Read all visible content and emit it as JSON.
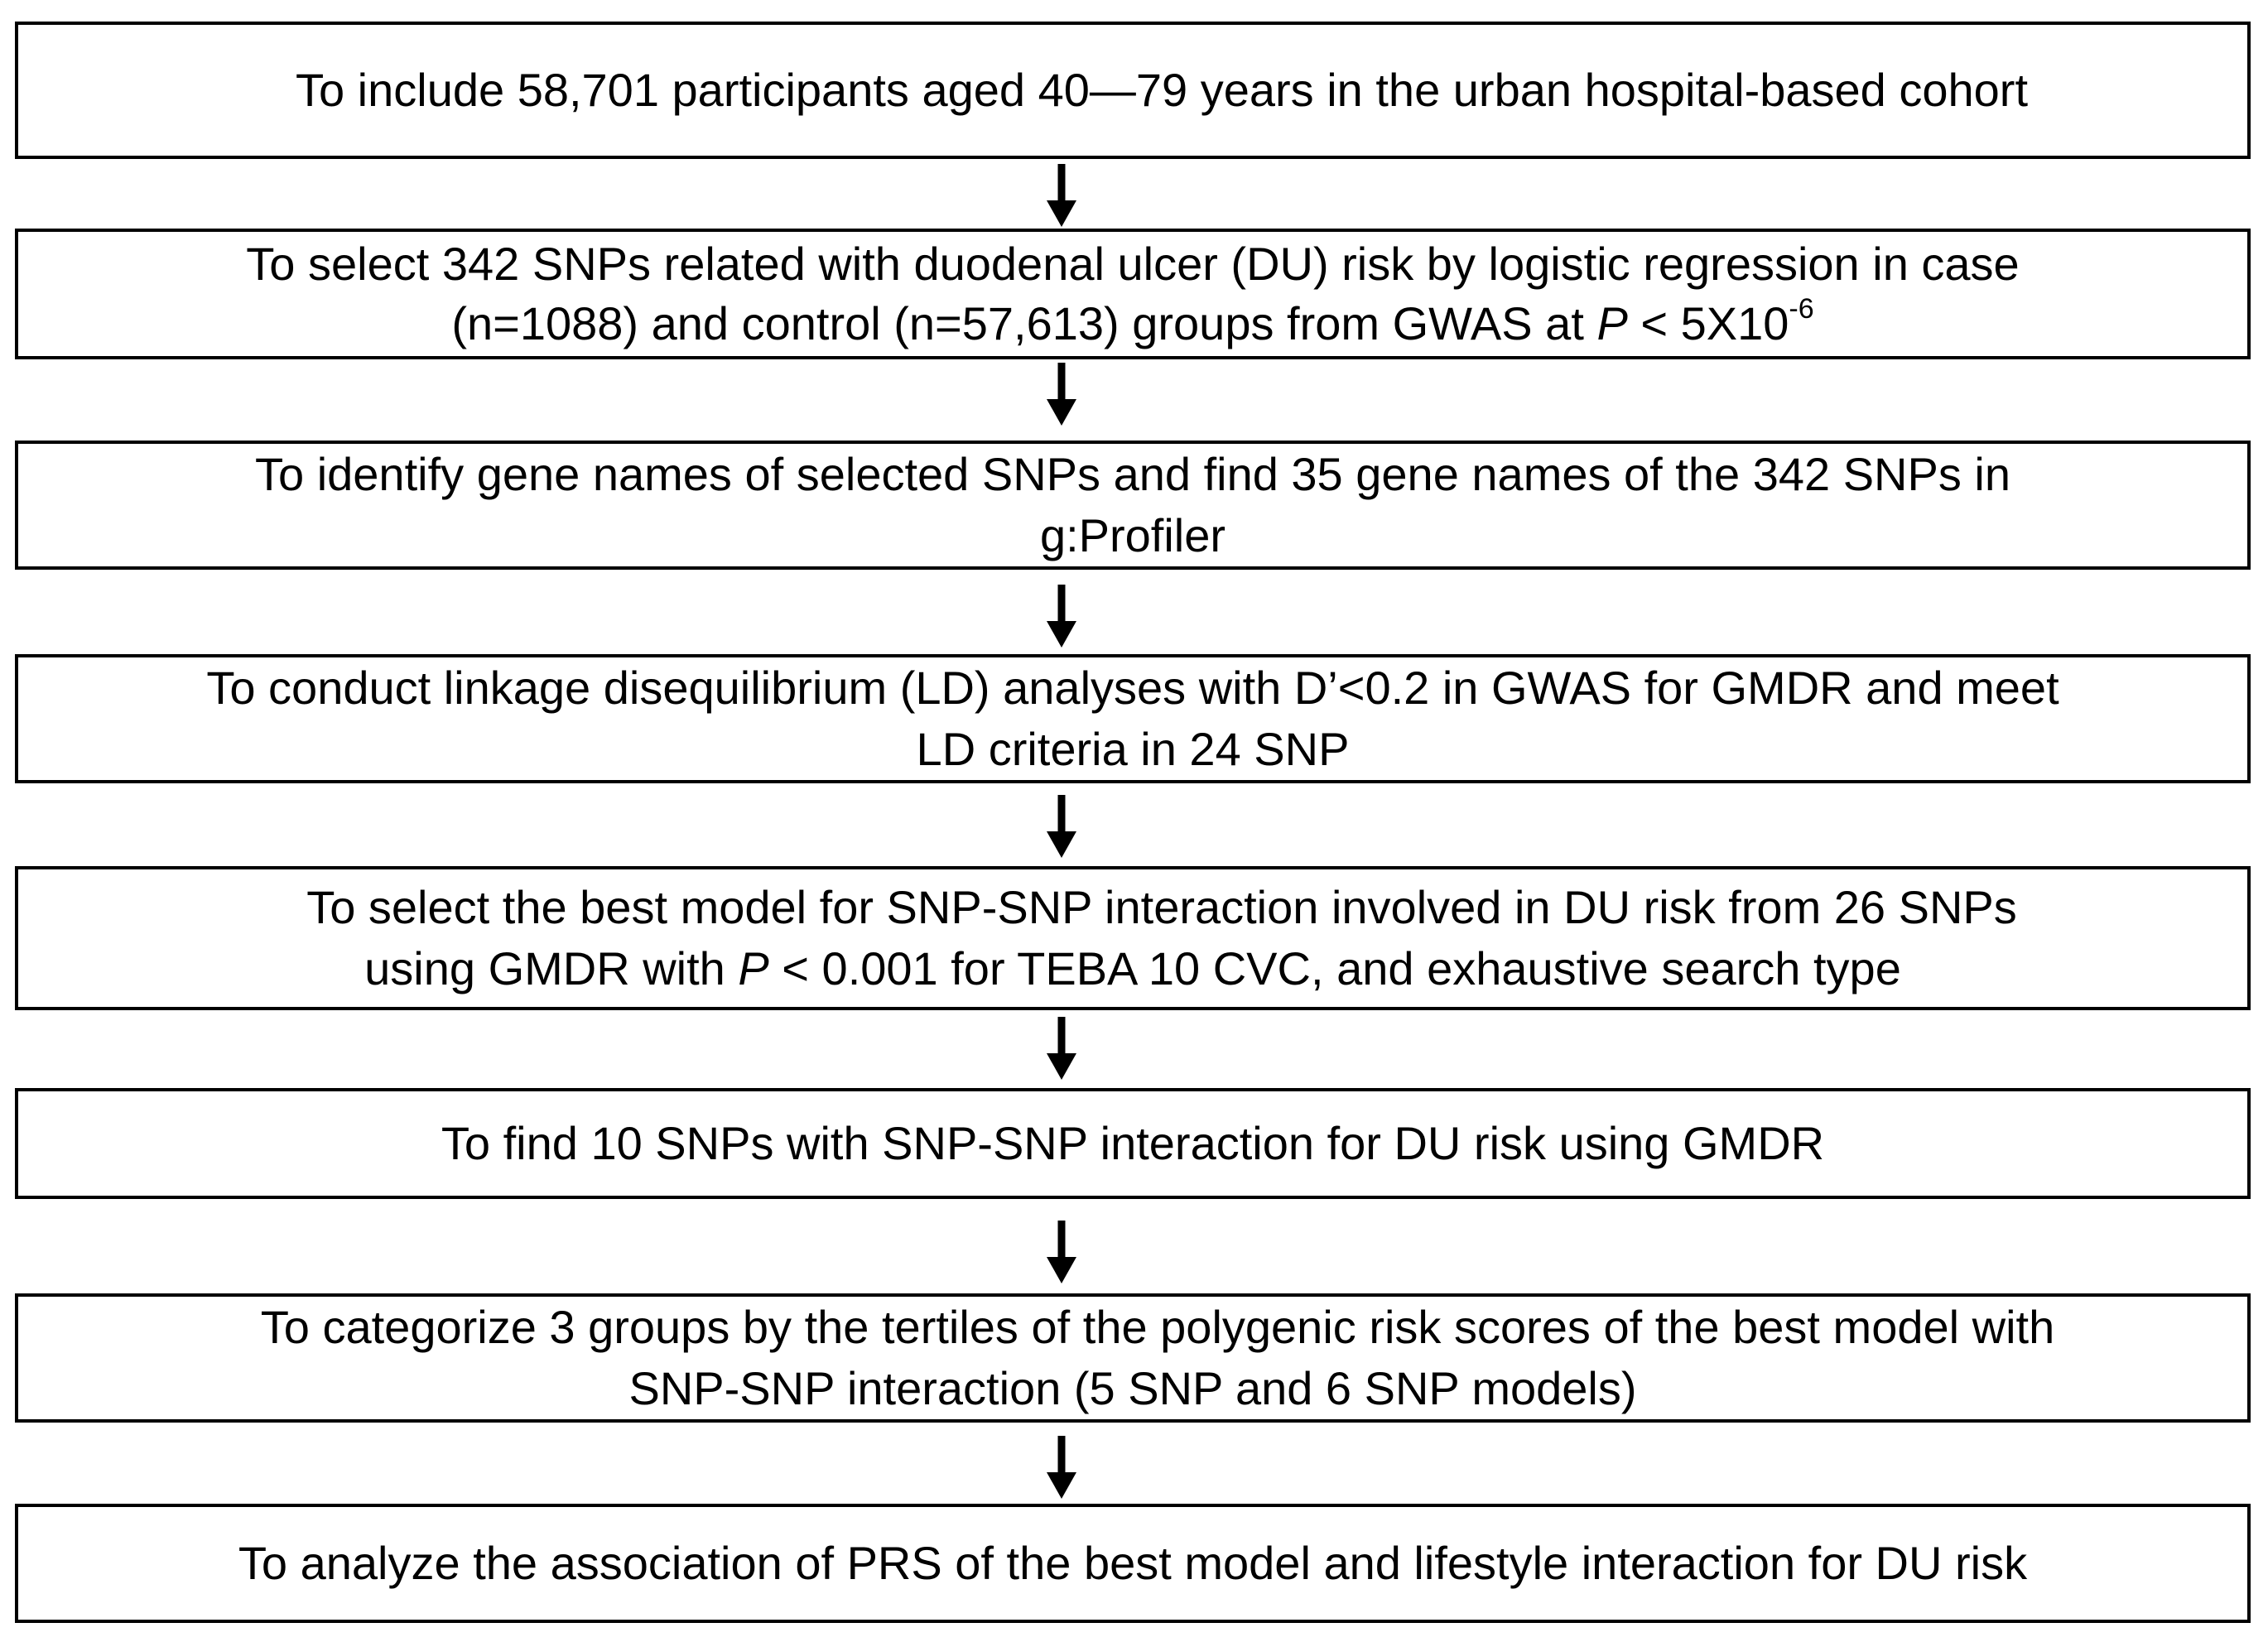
{
  "colors": {
    "stroke": "#000000",
    "text": "#000000",
    "background": "#ffffff"
  },
  "steps": [
    {
      "line1": "To include 58,701 participants aged 40—79 years in the urban hospital-based cohort"
    },
    {
      "line1": "To select 342 SNPs related with duodenal ulcer (DU) risk by logistic regression in case",
      "line2_pre": "(n=1088) and control (n=57,613) groups from GWAS at ",
      "line2_p": "P",
      "line2_post": " < 5X10",
      "line2_exp": "-6"
    },
    {
      "line1": "To identify gene names of selected SNPs and find 35 gene names of the 342 SNPs in",
      "line2": "g:Profiler"
    },
    {
      "line1": "To conduct linkage disequilibrium (LD) analyses  with D’<0.2 in GWAS for GMDR and meet",
      "line2": "LD criteria in 24 SNP"
    },
    {
      "line1": "To select the best model for SNP-SNP interaction involved in DU risk from 26 SNPs",
      "line2_pre": "using GMDR with ",
      "line2_p": "P",
      "line2_post": " < 0.001 for TEBA 10 CVC, and exhaustive search type"
    },
    {
      "line1": "To find 10 SNPs with SNP-SNP interaction for DU risk using GMDR"
    },
    {
      "line1": "To categorize 3 groups by the tertiles of the polygenic risk scores of the best model with",
      "line2": "SNP-SNP interaction (5 SNP and 6 SNP models)"
    },
    {
      "line1": "To analyze the association of PRS of the best model and lifestyle interaction for DU risk"
    }
  ]
}
